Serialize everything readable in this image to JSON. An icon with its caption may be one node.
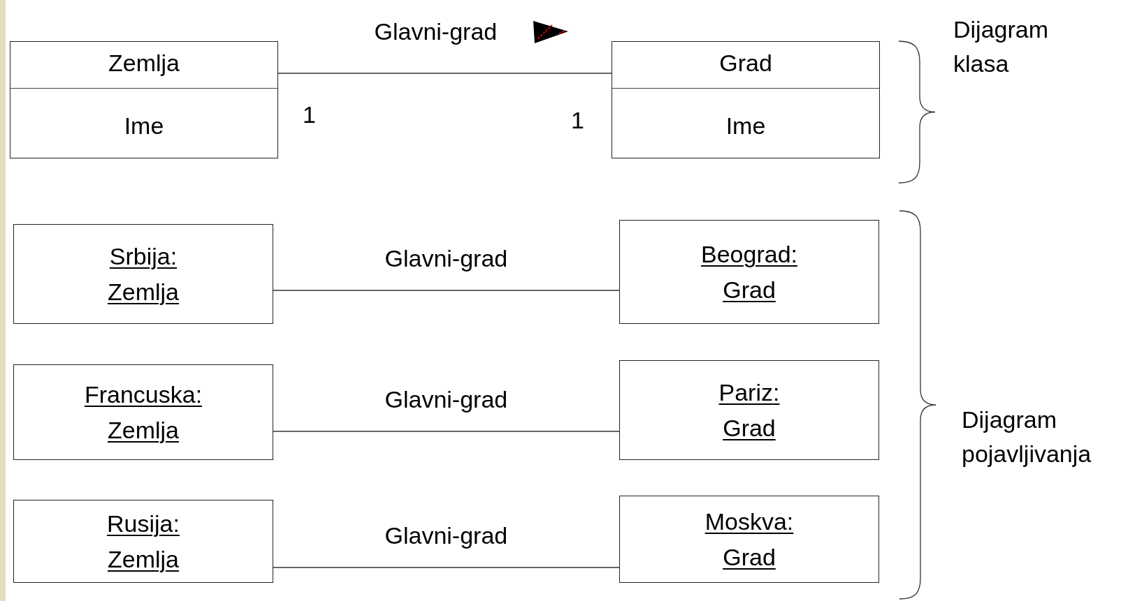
{
  "diagram": {
    "nodes": [
      {
        "text": [
          "Zemlja",
          "Ime"
        ]
      },
      {
        "text": [
          "Grad",
          "Ime"
        ]
      },
      {
        "text": [
          "Srbija: Zemlja"
        ]
      },
      {
        "text": [
          "Beograd: Grad"
        ]
      },
      {
        "text": [
          "Francuska: Zemlja"
        ]
      },
      {
        "text": [
          "Pariz: Grad"
        ]
      },
      {
        "text": [
          "Rusija: Zemlja"
        ]
      },
      {
        "text": [
          "Moskva: Grad"
        ]
      }
    ],
    "edges": [
      {
        "from": 0,
        "to": 1,
        "arrow": "none",
        "label": "Glavni-grad"
      },
      {
        "from": 2,
        "to": 3,
        "arrow": "none",
        "label": "Glavni-grad"
      },
      {
        "from": 4,
        "to": 5,
        "arrow": "none",
        "label": "Glavni-grad"
      },
      {
        "from": 6,
        "to": 7,
        "arrow": "none",
        "label": "Glavni-grad"
      }
    ],
    "labels": [
      "1",
      "1",
      "Dijagram klasa",
      "Dijagram pojavljivanja"
    ]
  }
}
